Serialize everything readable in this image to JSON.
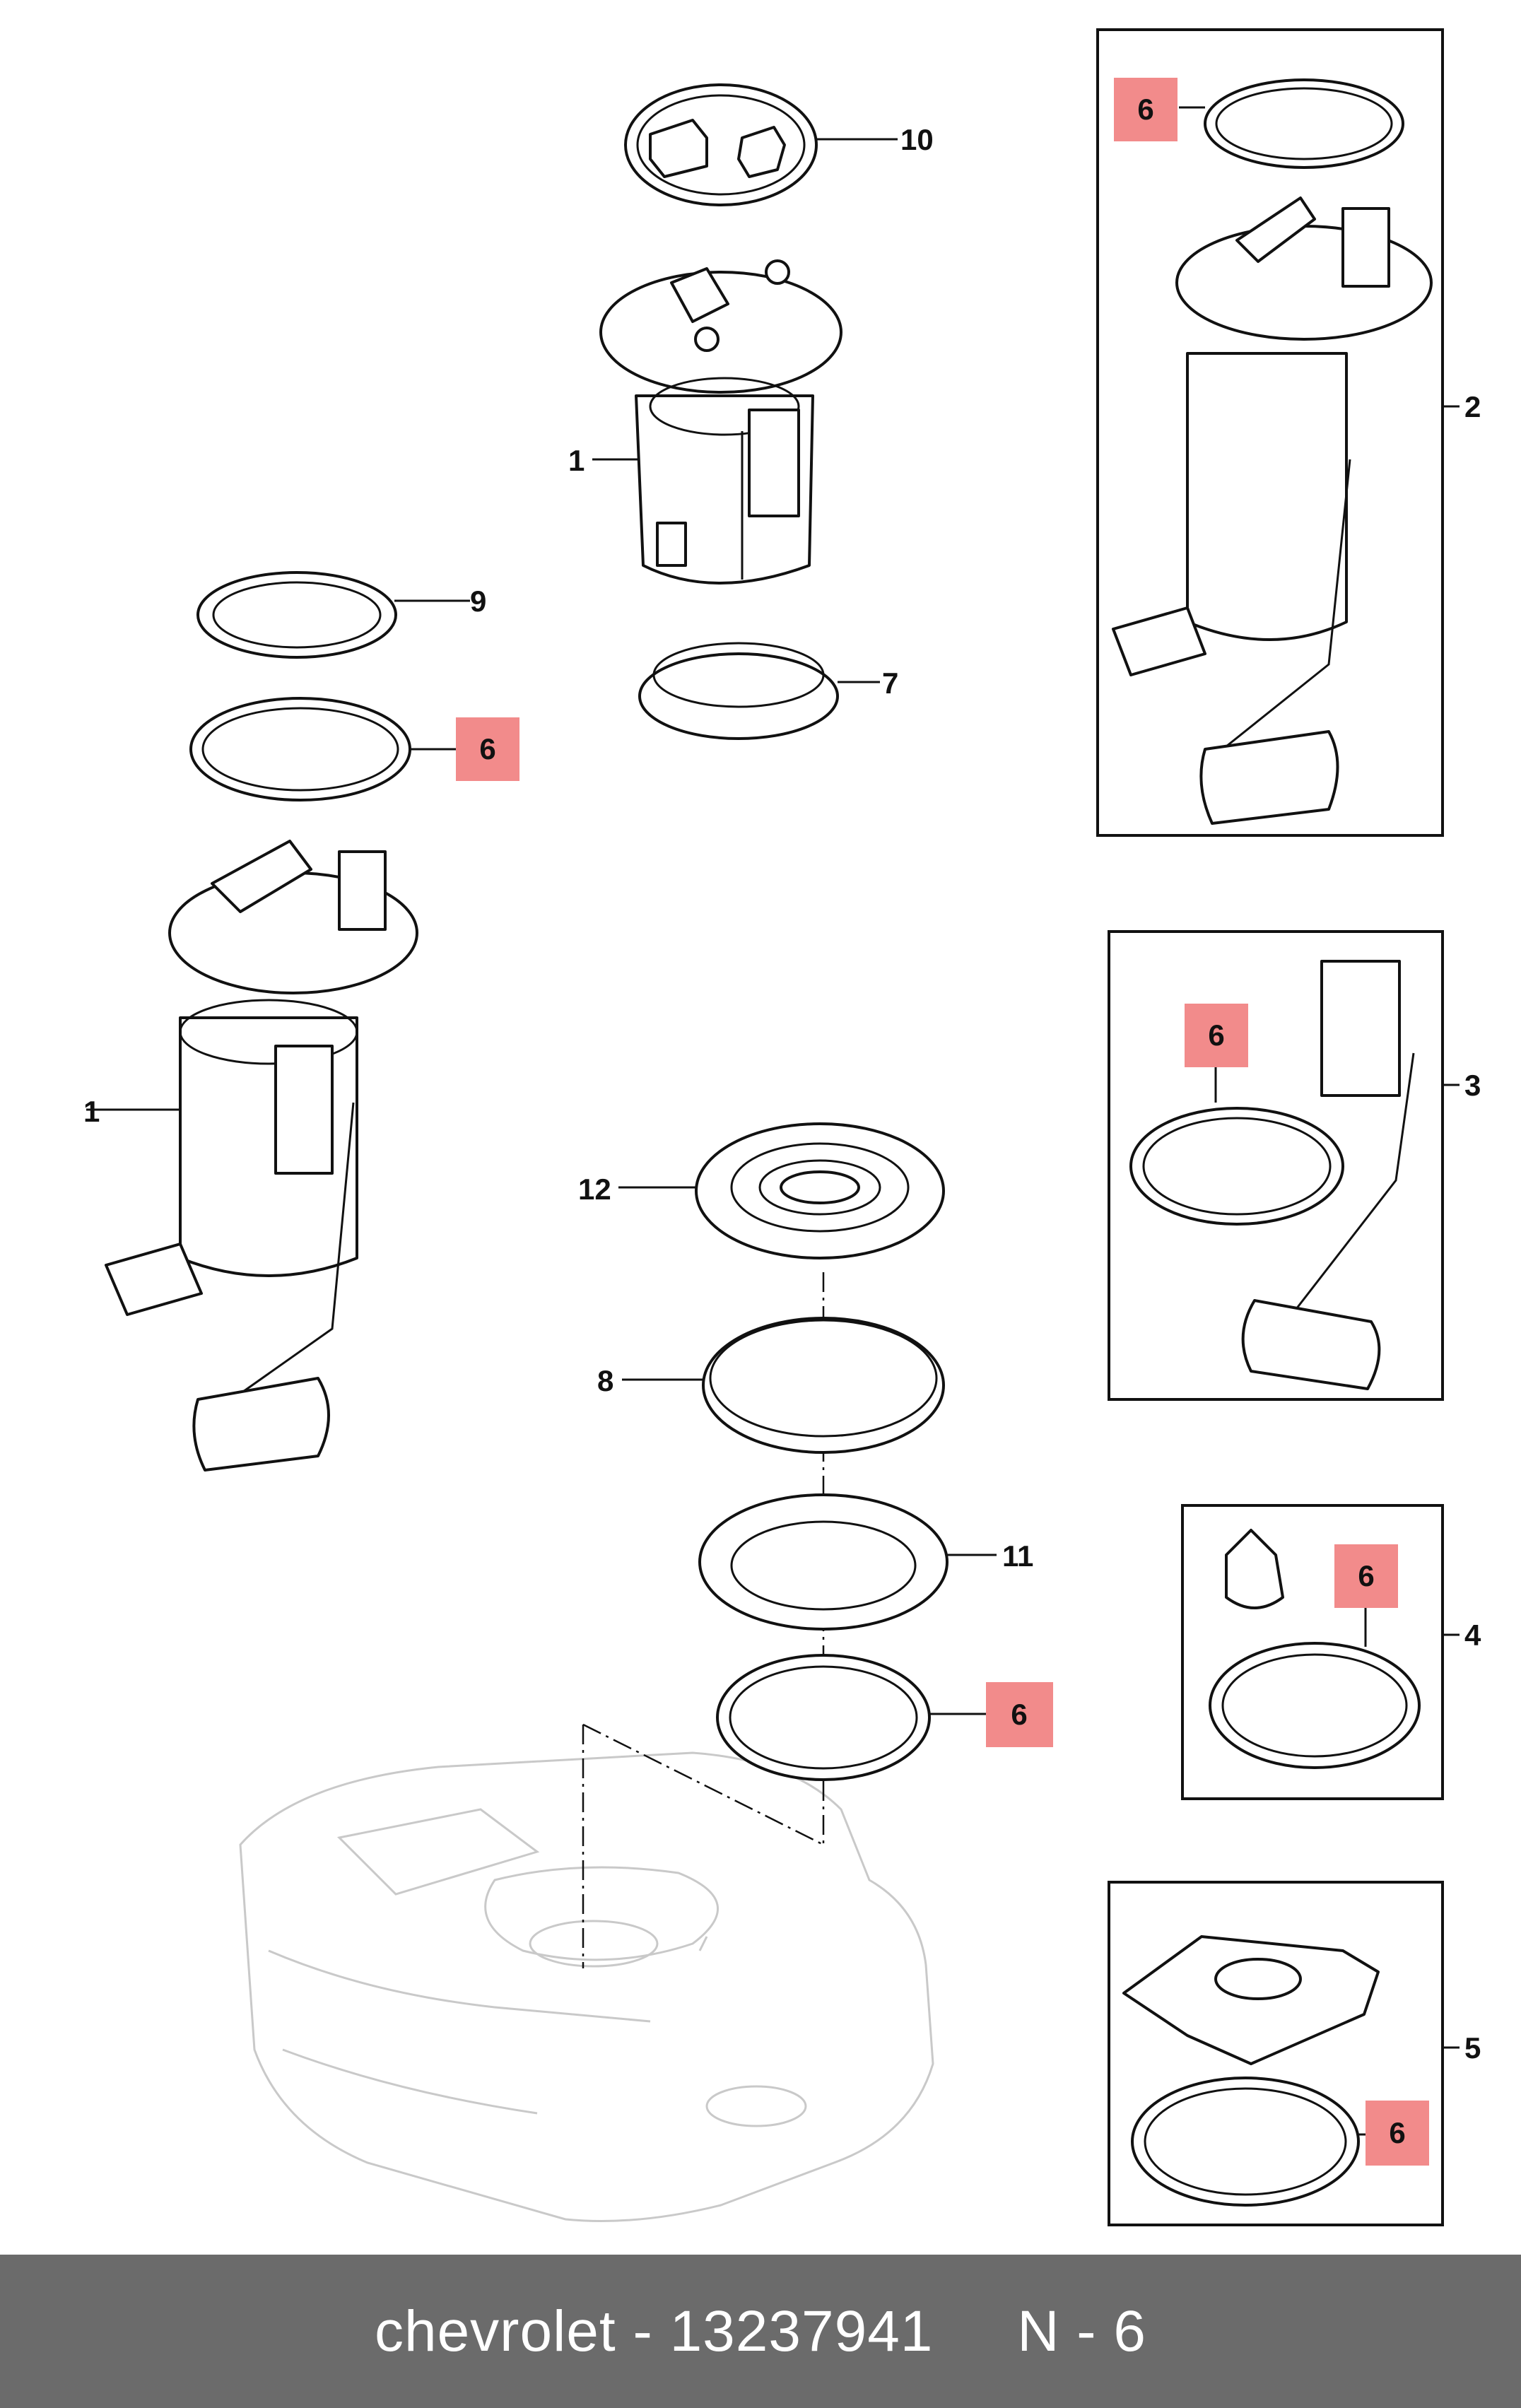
{
  "callouts": {
    "c1_top": "1",
    "c1_left": "1",
    "c2": "2",
    "c3": "3",
    "c4": "4",
    "c5": "5",
    "c6_a": "6",
    "c6_b": "6",
    "c6_c": "6",
    "c6_d": "6",
    "c6_e": "6",
    "c6_f": "6",
    "c7": "7",
    "c8": "8",
    "c9": "9",
    "c10": "10",
    "c11": "11",
    "c12": "12"
  },
  "colors": {
    "highlight": "#f28b8b",
    "footer_bg": "#6b6b6b",
    "footer_text": "#ffffff",
    "ghost_tank": "#c9c9c9"
  },
  "footer": {
    "caption": "chevrolet - 13237941     N - 6"
  }
}
